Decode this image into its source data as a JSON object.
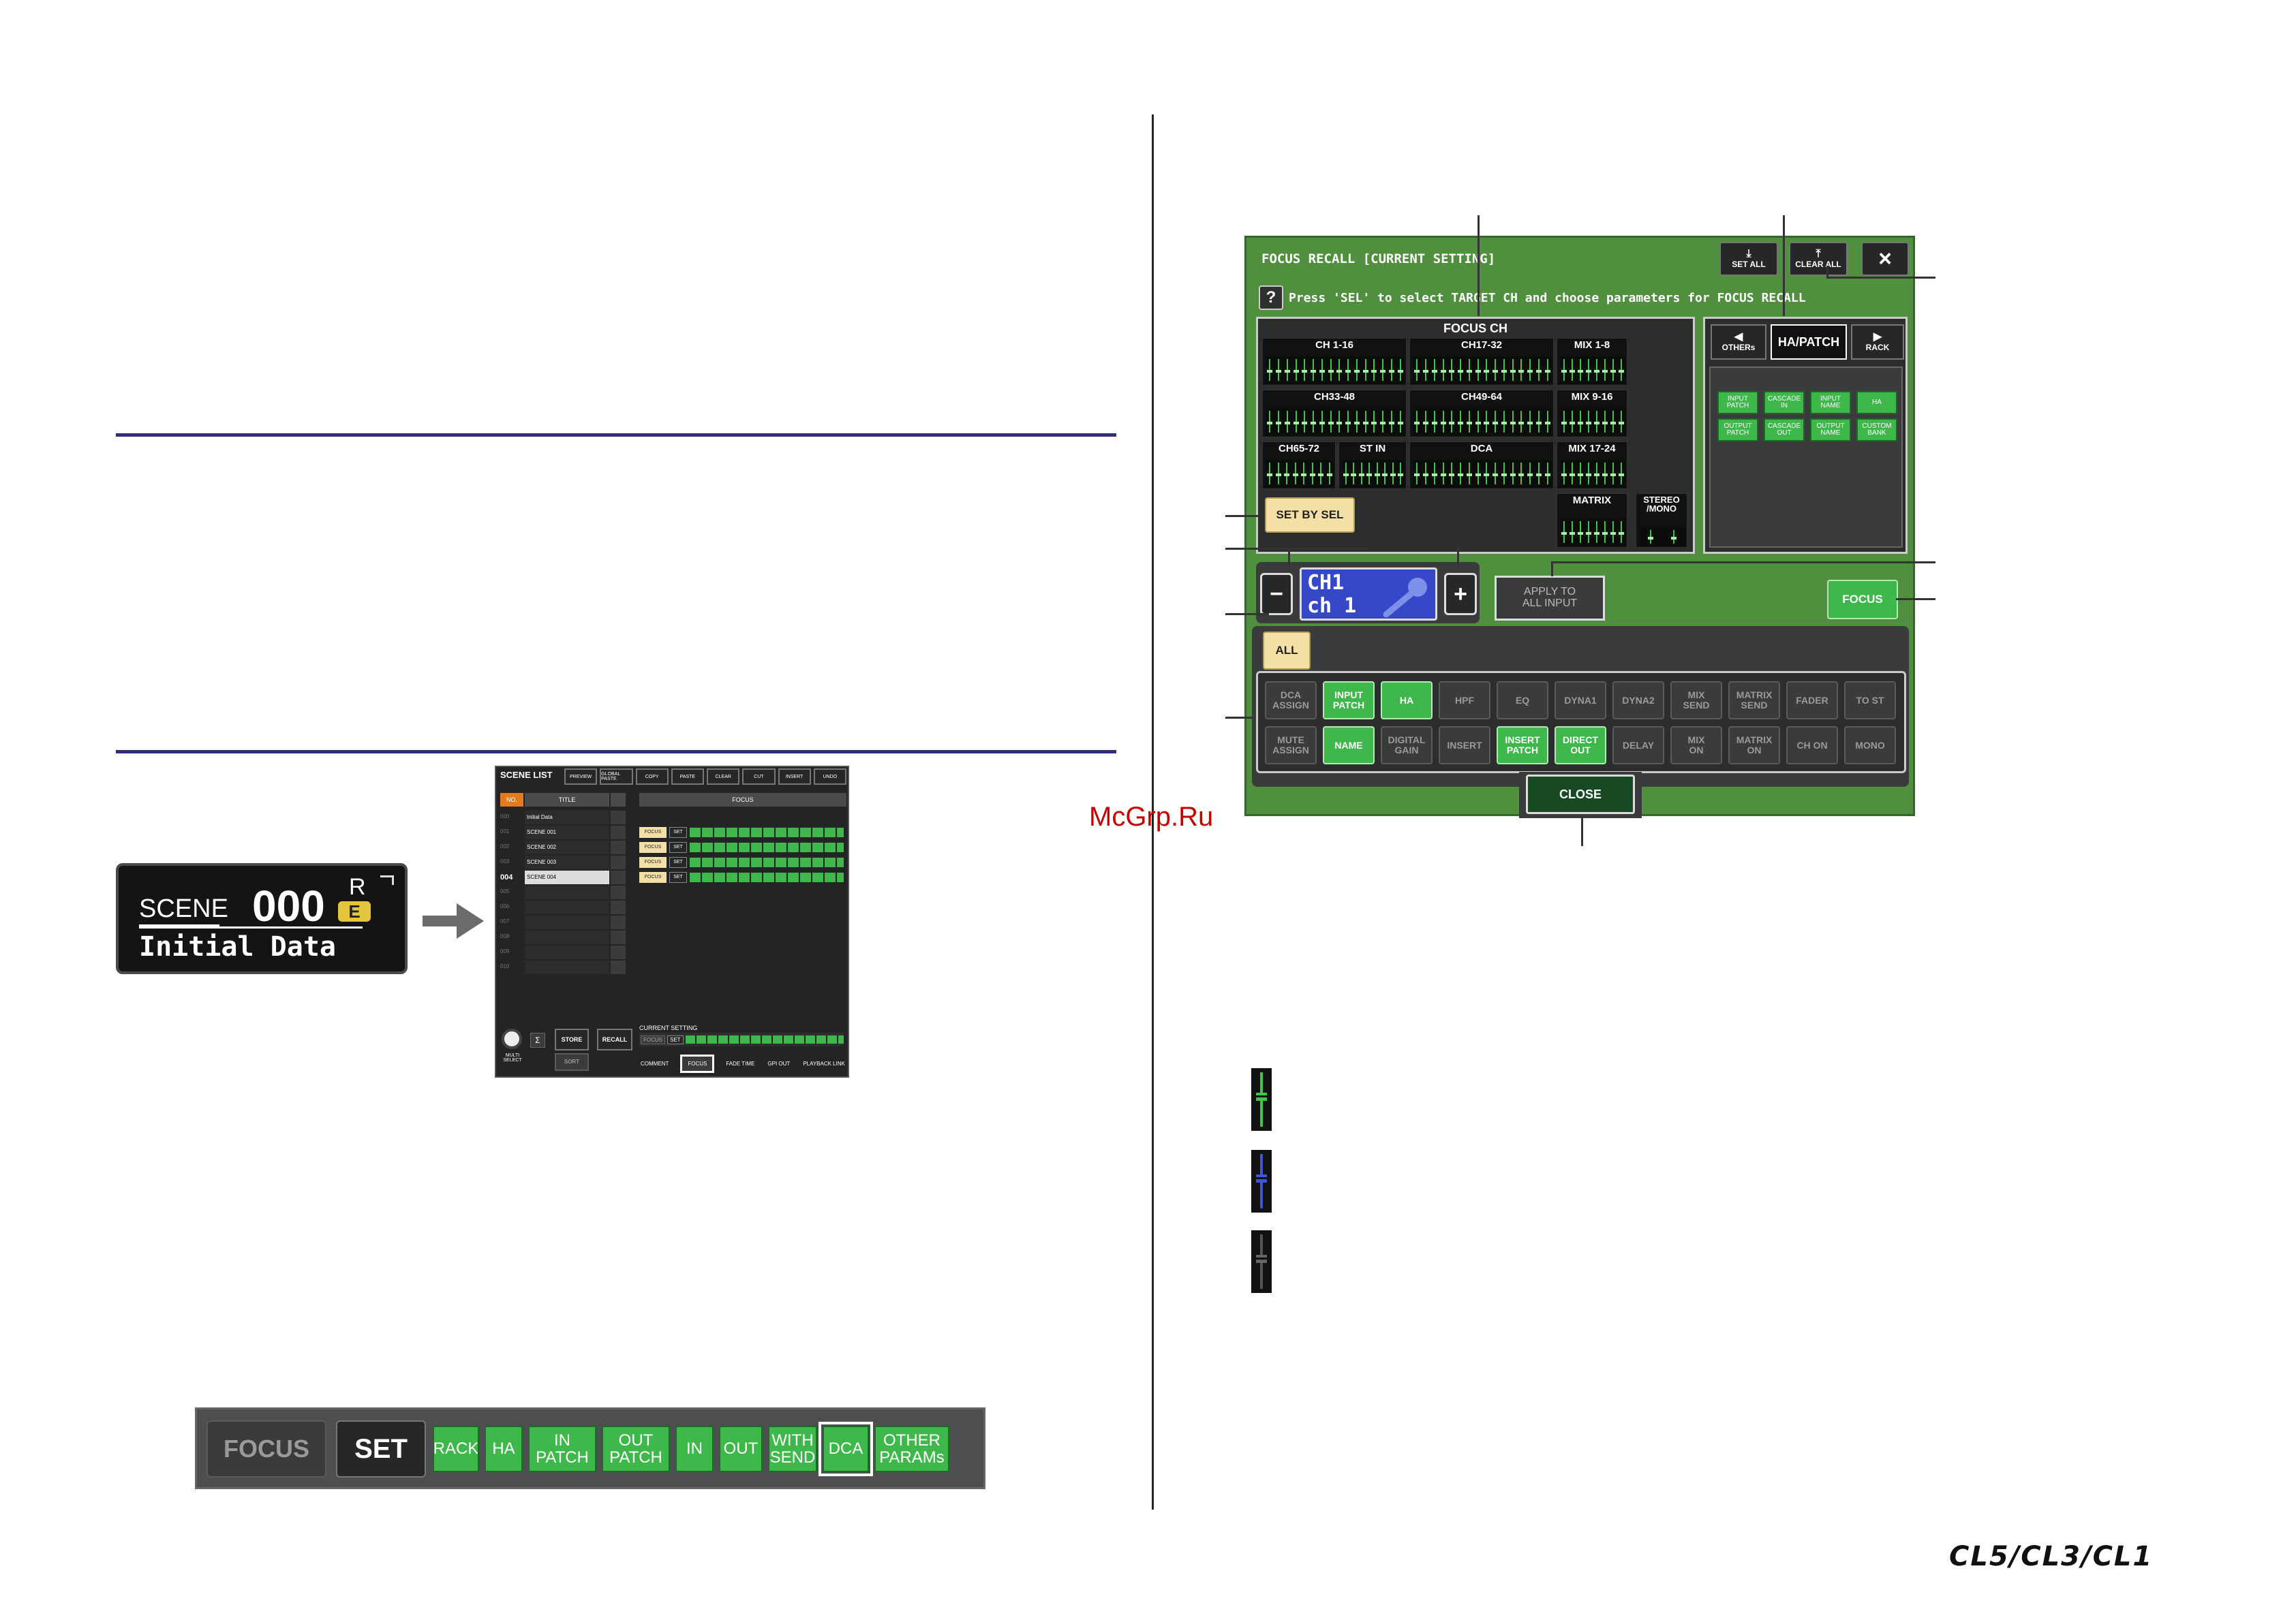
{
  "watermark": "McGrp.Ru",
  "footer_logo": "CL5/CL3/CL1",
  "scene_display": {
    "label": "SCENE",
    "number": "000",
    "flag_r": "R",
    "flag_e": "E",
    "name": "Initial Data"
  },
  "scene_list": {
    "title": "SCENE LIST",
    "toolbar": [
      "PREVIEW",
      "GLOBAL PASTE",
      "COPY",
      "PASTE",
      "CLEAR",
      "CUT",
      "INSERT",
      "UNDO"
    ],
    "col_no": "NO.",
    "col_title": "TITLE",
    "col_focus": "FOCUS",
    "rows": [
      {
        "no": "000",
        "title": "Initial Data",
        "focus": "",
        "set": ""
      },
      {
        "no": "001",
        "title": "SCENE 001",
        "focus": "FOCUS",
        "set": "SET"
      },
      {
        "no": "002",
        "title": "SCENE 002",
        "focus": "FOCUS",
        "set": "SET"
      },
      {
        "no": "003",
        "title": "SCENE 003",
        "focus": "FOCUS",
        "set": "SET"
      },
      {
        "no": "004",
        "title": "SCENE 004",
        "focus": "FOCUS",
        "set": "SET"
      },
      {
        "no": "005",
        "title": "",
        "focus": "",
        "set": ""
      },
      {
        "no": "006",
        "title": "",
        "focus": "",
        "set": ""
      },
      {
        "no": "007",
        "title": "",
        "focus": "",
        "set": ""
      },
      {
        "no": "008",
        "title": "",
        "focus": "",
        "set": ""
      },
      {
        "no": "009",
        "title": "",
        "focus": "",
        "set": ""
      },
      {
        "no": "010",
        "title": "",
        "focus": "",
        "set": ""
      }
    ],
    "current_setting": "CURRENT SETTING",
    "store": "STORE",
    "recall": "RECALL",
    "sort": "SORT",
    "multi_select": "MULTI SELECT",
    "bottom_tabs": [
      "COMMENT",
      "FOCUS",
      "FADE TIME",
      "GPI OUT",
      "PLAYBACK LINK"
    ]
  },
  "focus_strip": {
    "focus": "FOCUS",
    "set": "SET",
    "buttons": [
      "RACK",
      "HA",
      "IN\nPATCH",
      "OUT\nPATCH",
      "IN",
      "OUT",
      "WITH\nSEND",
      "DCA",
      "OTHER\nPARAMs"
    ]
  },
  "dialog": {
    "title": "FOCUS RECALL [CURRENT SETTING]",
    "set_all": "SET ALL",
    "clear_all": "CLEAR ALL",
    "close_x": "×",
    "help": "?",
    "help_text": "Press 'SEL' to select TARGET CH and choose parameters for FOCUS RECALL",
    "focus_ch": "FOCUS CH",
    "groups": [
      {
        "name": "CH 1-16",
        "key": "g1"
      },
      {
        "name": "CH17-32",
        "key": "g2"
      },
      {
        "name": "MIX 1-8",
        "key": "g3"
      },
      {
        "name": "CH33-48",
        "key": "g4"
      },
      {
        "name": "CH49-64",
        "key": "g5"
      },
      {
        "name": "MIX 9-16",
        "key": "g6"
      },
      {
        "name": "CH65-72",
        "key": "g7"
      },
      {
        "name": "ST IN",
        "key": "g8"
      },
      {
        "name": "DCA",
        "key": "g9"
      },
      {
        "name": "MIX 17-24",
        "key": "g10"
      },
      {
        "name": "MATRIX",
        "key": "g11"
      },
      {
        "name": "STEREO\n/MONO",
        "key": "g12"
      }
    ],
    "set_by_sel": "SET BY SEL",
    "tab_prev": "OTHERs",
    "tab_current": "HA/PATCH",
    "tab_next": "RACK",
    "right_buttons": [
      "INPUT PATCH",
      "CASCADE IN",
      "INPUT NAME",
      "HA",
      "OUTPUT PATCH",
      "CASCADE OUT",
      "OUTPUT NAME",
      "CUSTOM BANK"
    ],
    "minus": "−",
    "plus": "+",
    "ch_line1": "CH1",
    "ch_line2": "ch 1",
    "apply_all": "APPLY TO\nALL INPUT",
    "focus_btn": "FOCUS",
    "all_btn": "ALL",
    "params_row1": [
      {
        "label": "DCA\nASSIGN",
        "on": false
      },
      {
        "label": "INPUT\nPATCH",
        "on": true
      },
      {
        "label": "HA",
        "on": true
      },
      {
        "label": "HPF",
        "on": false
      },
      {
        "label": "EQ",
        "on": false
      },
      {
        "label": "DYNA1",
        "on": false
      },
      {
        "label": "DYNA2",
        "on": false
      },
      {
        "label": "MIX\nSEND",
        "on": false
      },
      {
        "label": "MATRIX\nSEND",
        "on": false
      },
      {
        "label": "FADER",
        "on": false
      },
      {
        "label": "TO ST",
        "on": false
      }
    ],
    "params_row2": [
      {
        "label": "MUTE\nASSIGN",
        "on": false
      },
      {
        "label": "NAME",
        "on": true
      },
      {
        "label": "DIGITAL\nGAIN",
        "on": false
      },
      {
        "label": "INSERT",
        "on": false
      },
      {
        "label": "INSERT\nPATCH",
        "on": true
      },
      {
        "label": "DIRECT\nOUT",
        "on": true
      },
      {
        "label": "DELAY",
        "on": false
      },
      {
        "label": "MIX\nON",
        "on": false
      },
      {
        "label": "MATRIX\nON",
        "on": false
      },
      {
        "label": "CH ON",
        "on": false
      },
      {
        "label": "MONO",
        "on": false
      }
    ],
    "close": "CLOSE"
  },
  "colors": {
    "rule": "#2b2c7a",
    "panel_green": "#4f8f3d",
    "button_green": "#3fb84b",
    "fader_green": "#41c34c",
    "fader_blue": "#3f57d0"
  },
  "icons": [
    "arrow-right-icon",
    "microphone-icon",
    "fader-green-icon",
    "fader-blue-icon",
    "fader-gray-icon"
  ]
}
